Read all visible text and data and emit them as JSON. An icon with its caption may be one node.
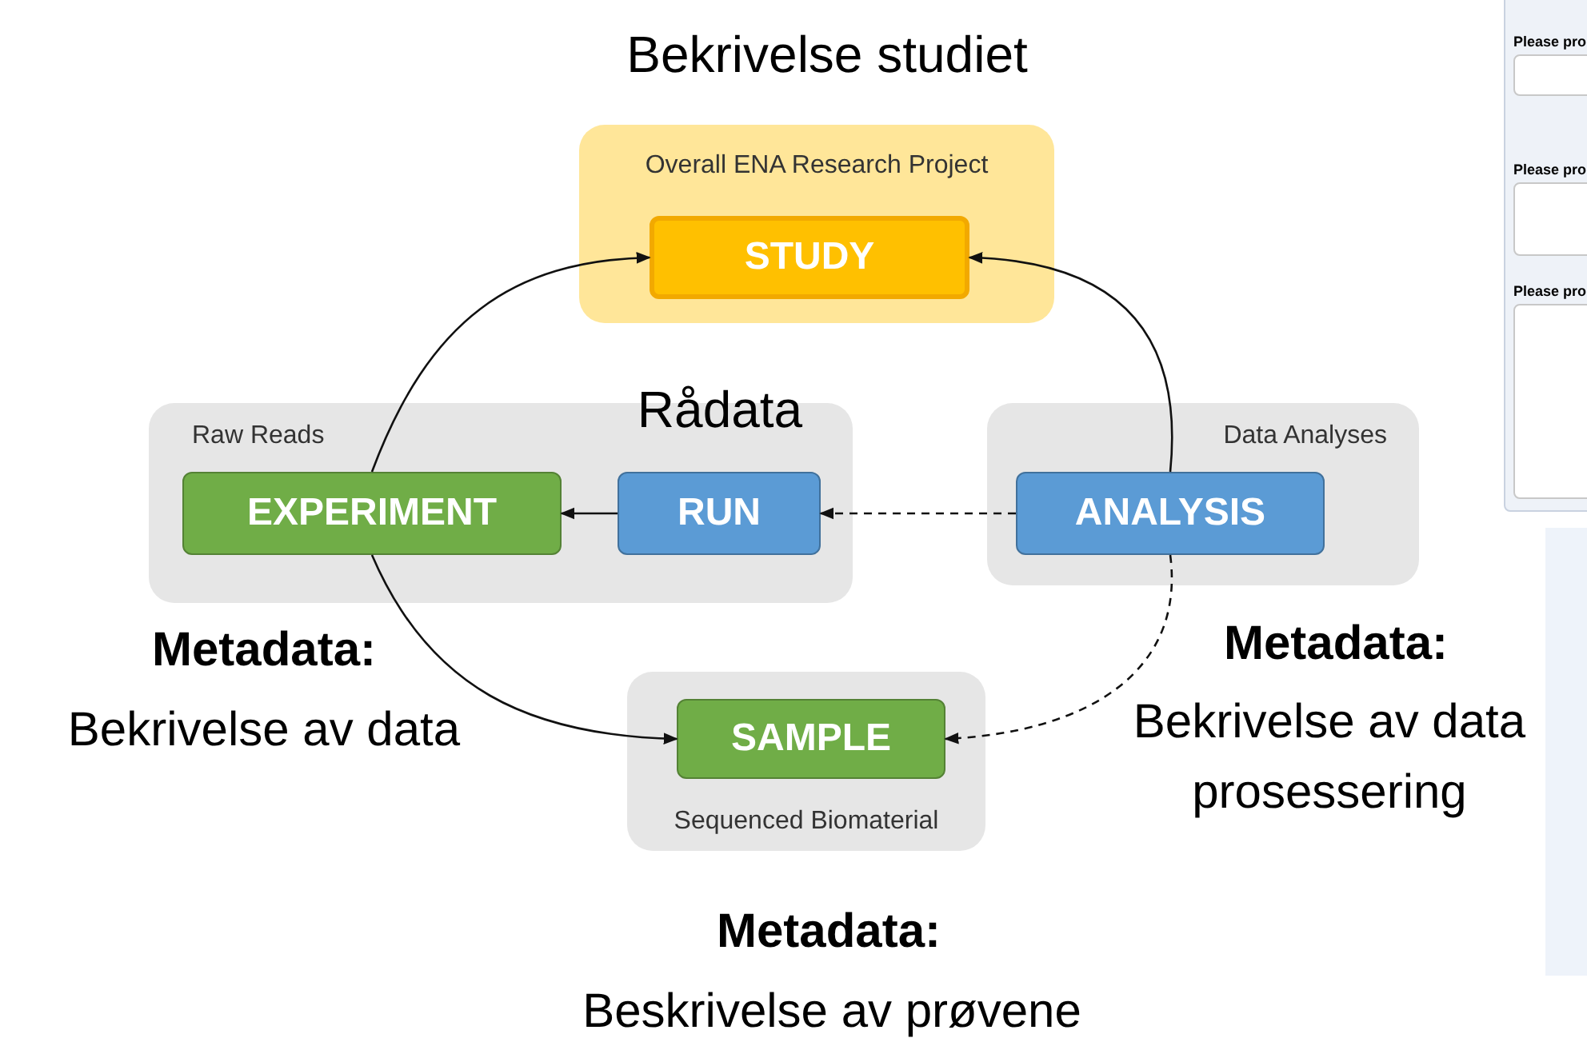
{
  "diagram": {
    "nodes": [
      {
        "text": [
          "Overall ENA Research Project"
        ]
      },
      {
        "text": [
          "STUDY"
        ],
        "in": 0
      },
      {
        "text": [
          "Raw Reads"
        ]
      },
      {
        "text": [
          "EXPERIMENT"
        ],
        "in": 2
      },
      {
        "text": [
          "RUN"
        ],
        "in": 2
      },
      {
        "text": [
          "Data Analyses"
        ]
      },
      {
        "text": [
          "ANALYSIS"
        ],
        "in": 5
      },
      {
        "text": [
          "Sequenced Biomaterial"
        ]
      },
      {
        "text": [
          "SAMPLE"
        ],
        "in": 7
      }
    ],
    "edges": [
      {
        "from": 3,
        "to": 1,
        "arrow": "to"
      },
      {
        "from": 6,
        "to": 1,
        "arrow": "to"
      },
      {
        "from": 4,
        "to": 3,
        "arrow": "to"
      },
      {
        "from": 6,
        "to": 4,
        "arrow": "to",
        "style": "dashed"
      },
      {
        "from": 3,
        "to": 8,
        "arrow": "to"
      },
      {
        "from": 6,
        "to": 8,
        "arrow": "to",
        "style": "dashed"
      }
    ],
    "labels": [
      "Bekrivelse studiet",
      "Rådata",
      "Metadata:",
      "Bekrivelse av data",
      "Metadata:",
      "Bekrivelse av data prosessering",
      "Metadata:",
      "Beskrivelse av prøvene",
      "Please pro",
      "Please pro",
      "Please pro"
    ]
  }
}
